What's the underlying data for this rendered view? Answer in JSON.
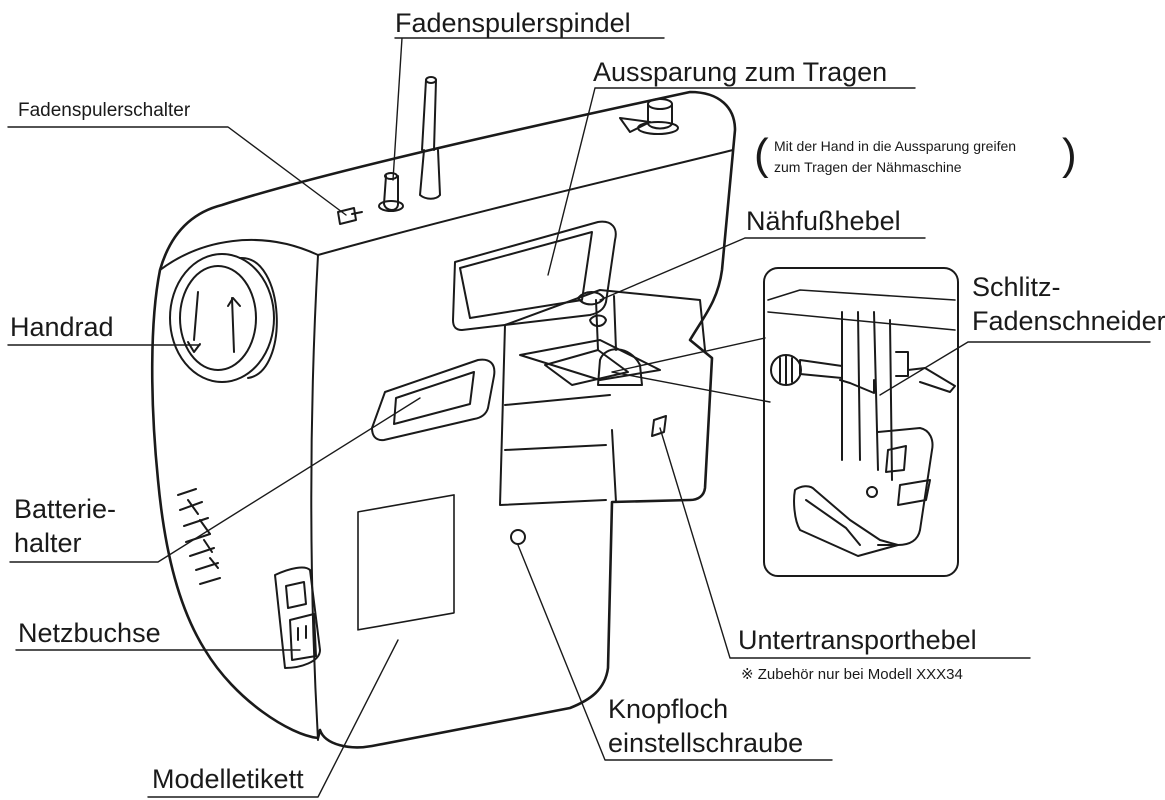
{
  "labels": {
    "fadenspulerspindel": "Fadenspulerspindel",
    "fadenspulerschalter": "Fadenspulerschalter",
    "aussparung_zum_tragen": "Aussparung zum Tragen",
    "carry_note_line1": "Mit der Hand in die Aussparung greifen",
    "carry_note_line2": "zum Tragen der Nähmaschine",
    "naehfusshebel": "Nähfußhebel",
    "handrad": "Handrad",
    "schlitz_line1": "Schlitz-",
    "schlitz_line2": "Fadenschneider",
    "batterie_line1": "Batterie-",
    "batterie_line2": "halter",
    "netzbuchse": "Netzbuchse",
    "untertransporthebel": "Untertransporthebel",
    "zubehoer_note": "※ Zubehör nur bei Modell XXX34",
    "knopfloch_line1": "Knopfloch",
    "knopfloch_line2": "einstellschraube",
    "modelletikett": "Modelletikett"
  }
}
